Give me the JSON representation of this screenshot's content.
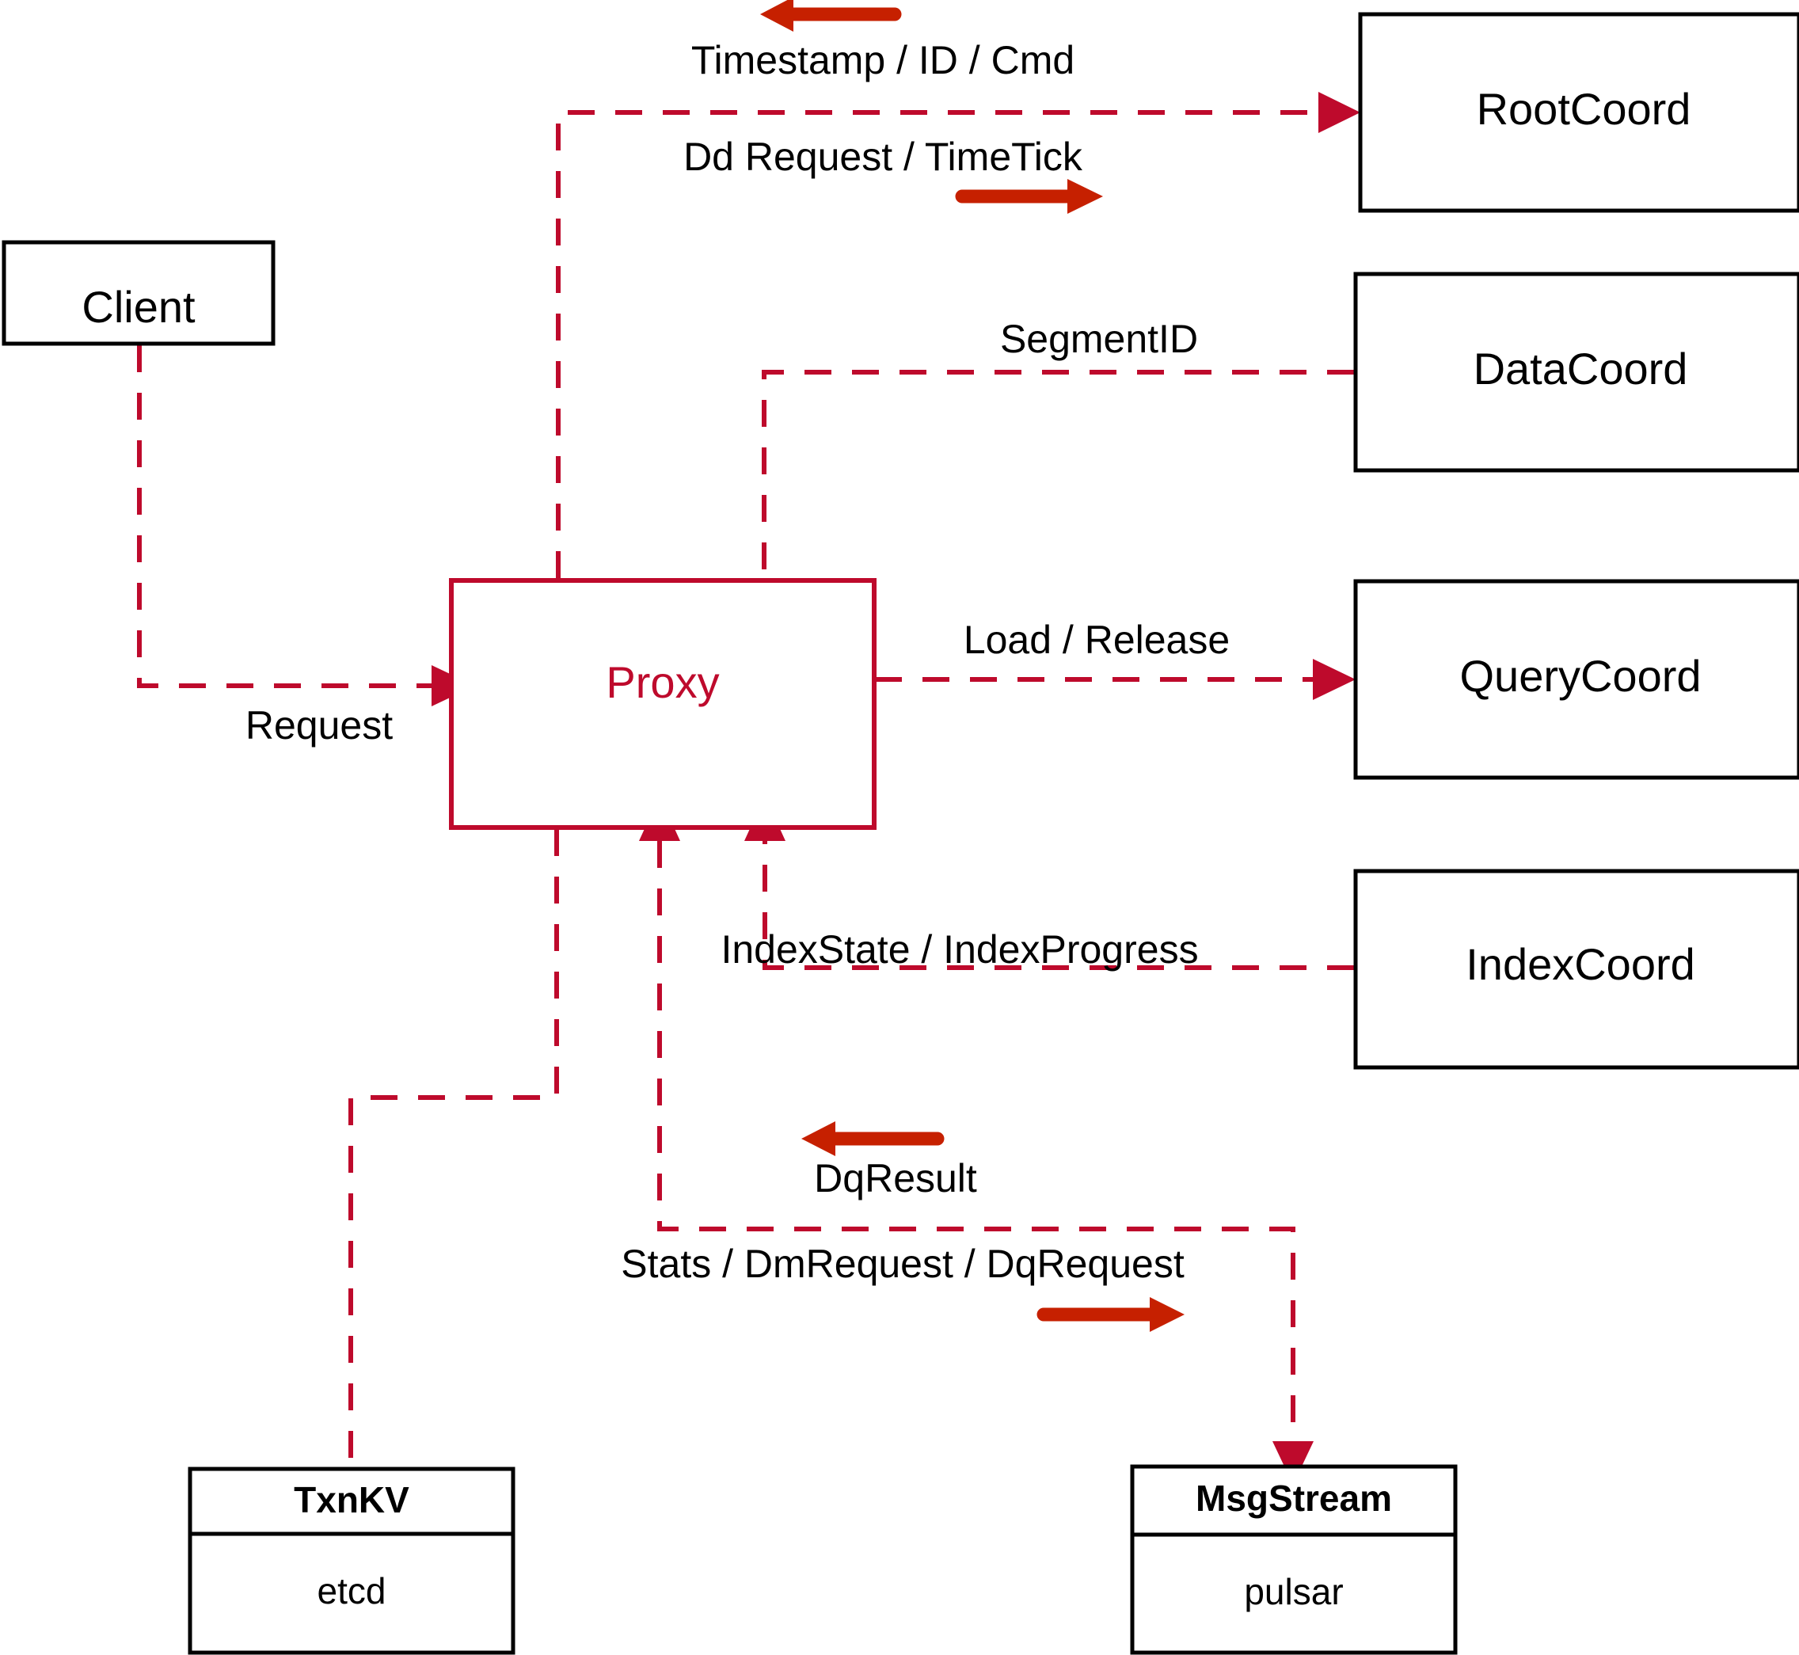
{
  "diagram": {
    "title": "Proxy architecture dataflow",
    "colors": {
      "flow": "#BE0A2C",
      "annotation_arrow": "#C62000",
      "node_border": "#000000",
      "background": "#FFFFFF"
    }
  },
  "nodes": {
    "client": {
      "label": "Client"
    },
    "proxy": {
      "label": "Proxy"
    },
    "root_coord": {
      "label": "RootCoord"
    },
    "data_coord": {
      "label": "DataCoord"
    },
    "query_coord": {
      "label": "QueryCoord"
    },
    "index_coord": {
      "label": "IndexCoord"
    },
    "txnkv": {
      "label": "TxnKV",
      "impl": "etcd"
    },
    "msgstream": {
      "label": "MsgStream",
      "impl": "pulsar"
    }
  },
  "edge_labels": {
    "timestamp_id_cmd": "Timestamp / ID / Cmd",
    "dd_request_timetick": "Dd Request / TimeTick",
    "segment_id": "SegmentID",
    "request": "Request",
    "load_release": "Load / Release",
    "index_state_progress": "IndexState / IndexProgress",
    "dq_result": "DqResult",
    "stats_dm_dq_request": "Stats / DmRequest / DqRequest"
  },
  "annotation_arrows": [
    {
      "name": "timestamp-id-cmd-direction",
      "direction": "left"
    },
    {
      "name": "dd-request-timetick-direction",
      "direction": "right"
    },
    {
      "name": "dq-result-direction",
      "direction": "left"
    },
    {
      "name": "stats-dm-dq-request-direction",
      "direction": "right"
    }
  ]
}
